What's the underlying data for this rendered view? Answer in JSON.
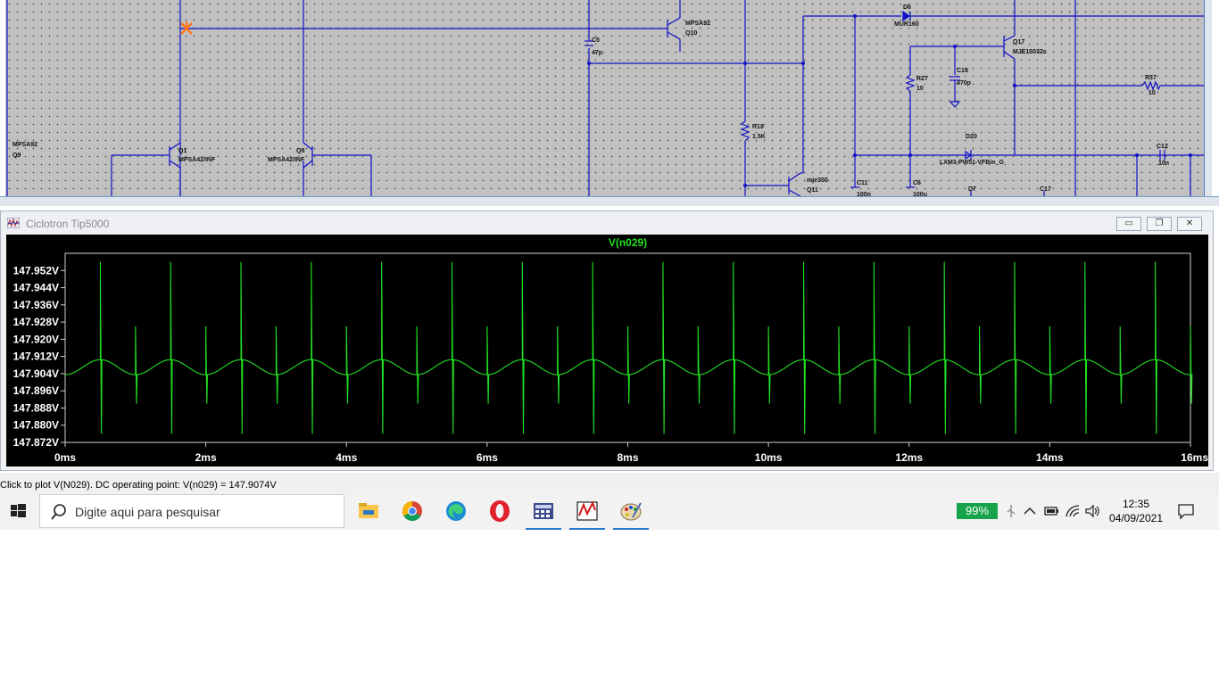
{
  "schematic": {
    "labels": {
      "c5": "C5",
      "c5v": "47p",
      "q10": "MPSA92",
      "q10n": "Q10",
      "d6": "D6",
      "d6v": "MUR160",
      "q17": "Q17",
      "q17v": "MJE15032c",
      "c18": "C18",
      "c18v": "470p",
      "r27": "R27",
      "r27v": "10",
      "r37": "R37",
      "r37v": "10",
      "r18": "R18",
      "r18v": "1.5K",
      "d20": "D20",
      "d20v": "LXM3-PW51-VFBin_G",
      "c12": "C12",
      "c12v": "10n",
      "q9": "MPSA92",
      "q9n": "Q9",
      "q1": "Q1",
      "q1v": "MPSA42/INF",
      "q8": "Q8",
      "q8v": "MPSA42/INF",
      "q11": "mje350",
      "q11n": "Q11",
      "c11": "C11",
      "c11v": "100n",
      "c6": "C6",
      "c6v": "100u",
      "d7": "D7",
      "c17": "C17"
    }
  },
  "plot_window": {
    "title": "Ciclotron Tip5000",
    "minimize_label": "▭",
    "restore_label": "❐",
    "close_label": "✕"
  },
  "chart_data": {
    "type": "line",
    "title": "V(n029)",
    "xlabel": "",
    "ylabel": "",
    "x_unit": "ms",
    "xlim": [
      0,
      16
    ],
    "ylim": [
      147.872,
      147.96
    ],
    "x_ticks": [
      "0ms",
      "2ms",
      "4ms",
      "6ms",
      "8ms",
      "10ms",
      "12ms",
      "14ms",
      "16ms"
    ],
    "y_ticks": [
      "147.952V",
      "147.944V",
      "147.936V",
      "147.928V",
      "147.920V",
      "147.912V",
      "147.904V",
      "147.896V",
      "147.888V",
      "147.880V",
      "147.872V"
    ],
    "grid": false,
    "color": "#22e022",
    "series": [
      {
        "name": "V(n029)",
        "baseline": 147.907,
        "ripple_amplitude": 0.0035,
        "ripple_period_ms": 1.0,
        "large_spike_times_ms": [
          0.5,
          1.5,
          2.5,
          3.5,
          4.5,
          5.5,
          6.5,
          7.5,
          8.5,
          9.5,
          10.5,
          11.5,
          12.5,
          13.5,
          14.5,
          15.5
        ],
        "large_spike_high": 147.956,
        "large_spike_low": 147.876,
        "small_spike_times_ms": [
          1.0,
          2.0,
          3.0,
          4.0,
          5.0,
          6.0,
          7.0,
          8.0,
          9.0,
          10.0,
          11.0,
          12.0,
          13.0,
          14.0,
          15.0,
          16.0
        ],
        "small_spike_high": 147.926,
        "small_spike_low": 147.89
      }
    ]
  },
  "status_bar": {
    "text": "Click to plot V(N029).  DC operating point: V(n029) = 147.9074V"
  },
  "taskbar": {
    "search_placeholder": "Digite aqui para pesquisar",
    "battery": "99%",
    "time": "12:35",
    "date": "04/09/2021",
    "colors": {
      "battery": "#16a34a",
      "accent": "#2a78c8"
    }
  }
}
